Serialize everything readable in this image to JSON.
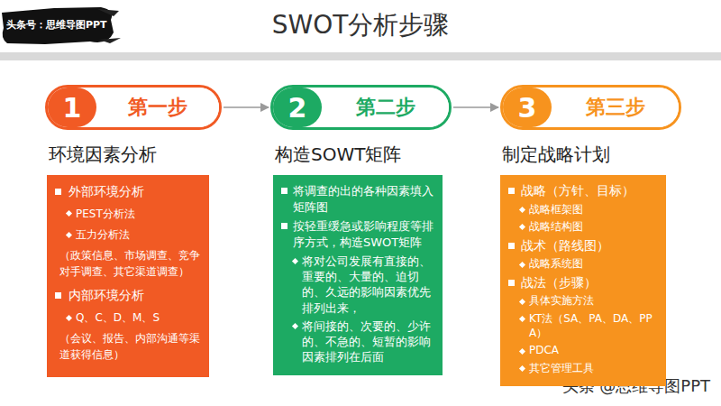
{
  "diagram": {
    "title": "SWOT分析步骤",
    "nodes": [
      {
        "text": [
          "1",
          "第一步"
        ]
      },
      {
        "text": [
          "2",
          "第二步"
        ]
      },
      {
        "text": [
          "3",
          "第三步"
        ]
      },
      {
        "text": [
          "环境因素分析",
          "外部环境分析",
          "PEST分析法",
          "五力分析法",
          "（政策信息、市场调查、竞争对手调查、其它渠道调查）",
          "内部环境分析",
          "Q、C、D、M、S",
          "（会议、报告、内部沟通等渠道获得信息）"
        ]
      },
      {
        "text": [
          "构造SOWT矩阵",
          "将调查的出的各种因素填入矩阵图",
          "按轻重缓急或影响程度等排序方式，构造SWOT矩阵",
          "将对公司发展有直接的、重要的、大量的、迫切的、久远的影响因素优先排列出来，",
          "将间接的、次要的、少许的、不急的、短暂的影响因素排列在后面"
        ]
      },
      {
        "text": [
          "制定战略计划",
          "战略（方针、目标）",
          "战略框架图",
          "战略结构图",
          "战术（路线图）",
          "战略系统图",
          "战法（步骤）",
          "具体实施方法",
          "KT法（SA、PA、DA、PPA）",
          "PDCA",
          "其它管理工具"
        ]
      }
    ],
    "edges": [
      {
        "from": 0,
        "to": 1,
        "arrow": "to"
      },
      {
        "from": 1,
        "to": 2,
        "arrow": "to"
      }
    ],
    "labels": [
      "头条号：思维导图PPT",
      "头条 @思维导图PPT"
    ]
  }
}
